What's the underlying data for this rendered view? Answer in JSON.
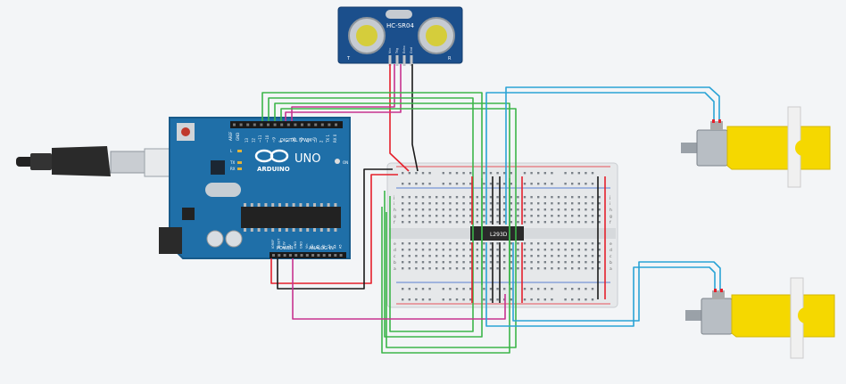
{
  "sensor": {
    "name": "HC-SR04",
    "pins": [
      "Vcc",
      "Trig",
      "Echo",
      "Gnd"
    ],
    "left_mark": "T",
    "right_mark": "R"
  },
  "arduino": {
    "logo": "ARDUINO",
    "model": "UNO",
    "digital_label": "DIGITAL (PWM~)",
    "power_label": "POWER",
    "analog_label": "ANALOG IN",
    "on_label": "ON",
    "led_l": "L",
    "led_tx": "TX",
    "led_rx": "RX",
    "aref": "AREF",
    "gnd": "GND",
    "digital_pins": [
      "13",
      "12",
      "~11",
      "~10",
      "~9",
      "8",
      "7",
      "~6",
      "~5",
      "4",
      "~3",
      "2",
      "TX 1",
      "RX 0"
    ],
    "power_pins": [
      "IOREF",
      "RESET",
      "3.3V",
      "5V",
      "GND",
      "GND",
      "Vin"
    ],
    "analog_pins": [
      "A0",
      "A1",
      "A2",
      "A3",
      "A4",
      "A5"
    ]
  },
  "chip": {
    "label": "L293D"
  },
  "breadboard": {
    "row_letters_top": [
      "j",
      "i",
      "h",
      "g",
      "f"
    ],
    "row_letters_bottom": [
      "e",
      "d",
      "c",
      "b",
      "a"
    ]
  },
  "colors": {
    "background": "#f3f5f7",
    "arduino_board": "#1f6fa8",
    "wire_red": "#e5202b",
    "wire_black": "#1a1a1a",
    "wire_green": "#3cb54a",
    "wire_blue": "#2aa3d6",
    "wire_magenta": "#c8338f",
    "motor_yellow": "#f5d800",
    "sensor_board": "#1b4f8c"
  },
  "icons": [
    "usb-cable-icon",
    "arduino-infinity-logo-icon",
    "dc-motor-icon"
  ]
}
